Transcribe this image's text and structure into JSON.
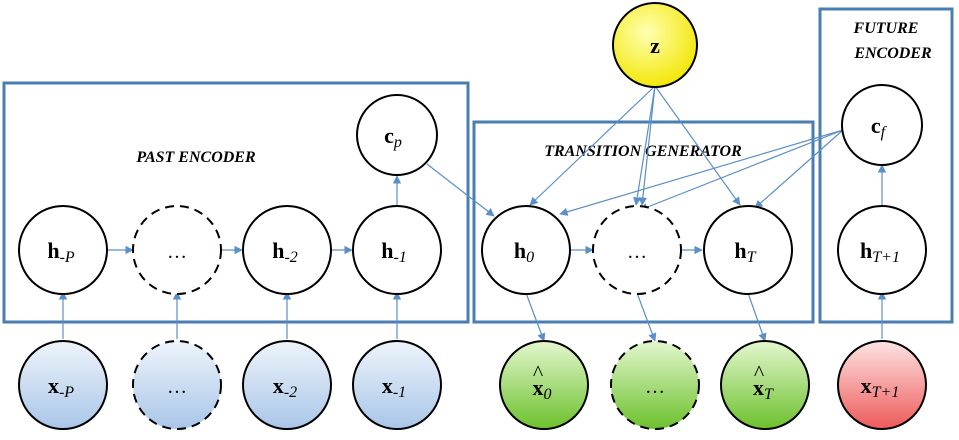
{
  "regions": {
    "past_encoder": "PAST ENCODER",
    "transition_generator": "TRANSITION GENERATOR",
    "future_encoder_line1": "FUTURE",
    "future_encoder_line2": "ENCODER"
  },
  "nodes": {
    "z": {
      "main": "z",
      "sub": ""
    },
    "c_p": {
      "main": "c",
      "sub": "p"
    },
    "c_f": {
      "main": "c",
      "sub": "f"
    },
    "h_minus_P": {
      "main": "h",
      "sub": "-P"
    },
    "h_past_ellipsis": {
      "main": "…",
      "sub": ""
    },
    "h_minus_2": {
      "main": "h",
      "sub": "-2"
    },
    "h_minus_1": {
      "main": "h",
      "sub": "-1"
    },
    "h_0": {
      "main": "h",
      "sub": "0"
    },
    "h_gen_ellipsis": {
      "main": "…",
      "sub": ""
    },
    "h_T": {
      "main": "h",
      "sub": "T"
    },
    "h_T_plus_1": {
      "main": "h",
      "sub": "T+1"
    },
    "x_minus_P": {
      "main": "x",
      "sub": "-P"
    },
    "x_past_ellipsis": {
      "main": "…",
      "sub": ""
    },
    "x_minus_2": {
      "main": "x",
      "sub": "-2"
    },
    "x_minus_1": {
      "main": "x",
      "sub": "-1"
    },
    "x_hat_0": {
      "main": "x",
      "sub": "0",
      "hat": "^"
    },
    "x_hat_ellipsis": {
      "main": "…",
      "sub": ""
    },
    "x_hat_T": {
      "main": "x",
      "sub": "T",
      "hat": "^"
    },
    "x_T_plus_1": {
      "main": "x",
      "sub": "T+1"
    }
  },
  "colors": {
    "box_stroke": "#4a7eb0",
    "edge": "#5b8fc7",
    "z_fill": "#ffff00",
    "input_fill": "#c9daf0",
    "generated_fill": "#8fd24f",
    "future_input_fill": "#f07070"
  }
}
